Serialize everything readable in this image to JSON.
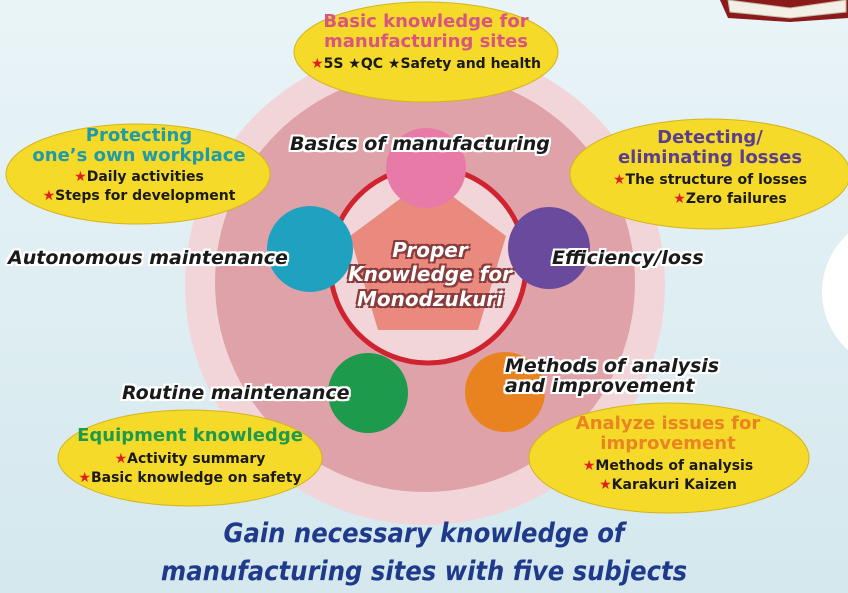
{
  "center": {
    "line1": "Proper",
    "line2": "Knowledge for",
    "line3": "Monodzukuri"
  },
  "subjects": {
    "basics": "Basics of manufacturing",
    "efficiency": "Efficiency/loss",
    "methods_1": "Methods of analysis",
    "methods_2": "and improvement",
    "routine": "Routine maintenance",
    "autonomous": "Autonomous maintenance"
  },
  "ovals": {
    "top": {
      "title1": "Basic knowledge for",
      "title2": "manufacturing sites",
      "items": "5S  ★QC  ★Safety and health",
      "color": "#d9547f"
    },
    "left": {
      "title1": "Protecting",
      "title2": "one’s own workplace",
      "item1": "Daily activities",
      "item2": "Steps for development",
      "color": "#1f9aa9"
    },
    "right": {
      "title1": "Detecting/",
      "title2": "eliminating losses",
      "item1": "The structure of losses",
      "item2": "Zero failures",
      "color": "#5a3f8f"
    },
    "bottom_left": {
      "title1": "Equipment knowledge",
      "item1": "Activity summary",
      "item2": "Basic knowledge on safety",
      "color": "#1f9a4a"
    },
    "bottom_right": {
      "title1": "Analyze issues for",
      "title2": "improvement",
      "item1": "Methods of analysis",
      "item2": "Karakuri Kaizen",
      "color": "#e98520"
    }
  },
  "footer": {
    "line1": "Gain necessary knowledge of",
    "line2": "manufacturing sites with five subjects"
  },
  "colors": {
    "pink": "#e87aa8",
    "purple": "#6a4a9c",
    "orange": "#e9831f",
    "green": "#1e9a4c",
    "teal": "#1ea2c0",
    "ring": "#cf2430",
    "oval_fill": "#f5da2a"
  }
}
